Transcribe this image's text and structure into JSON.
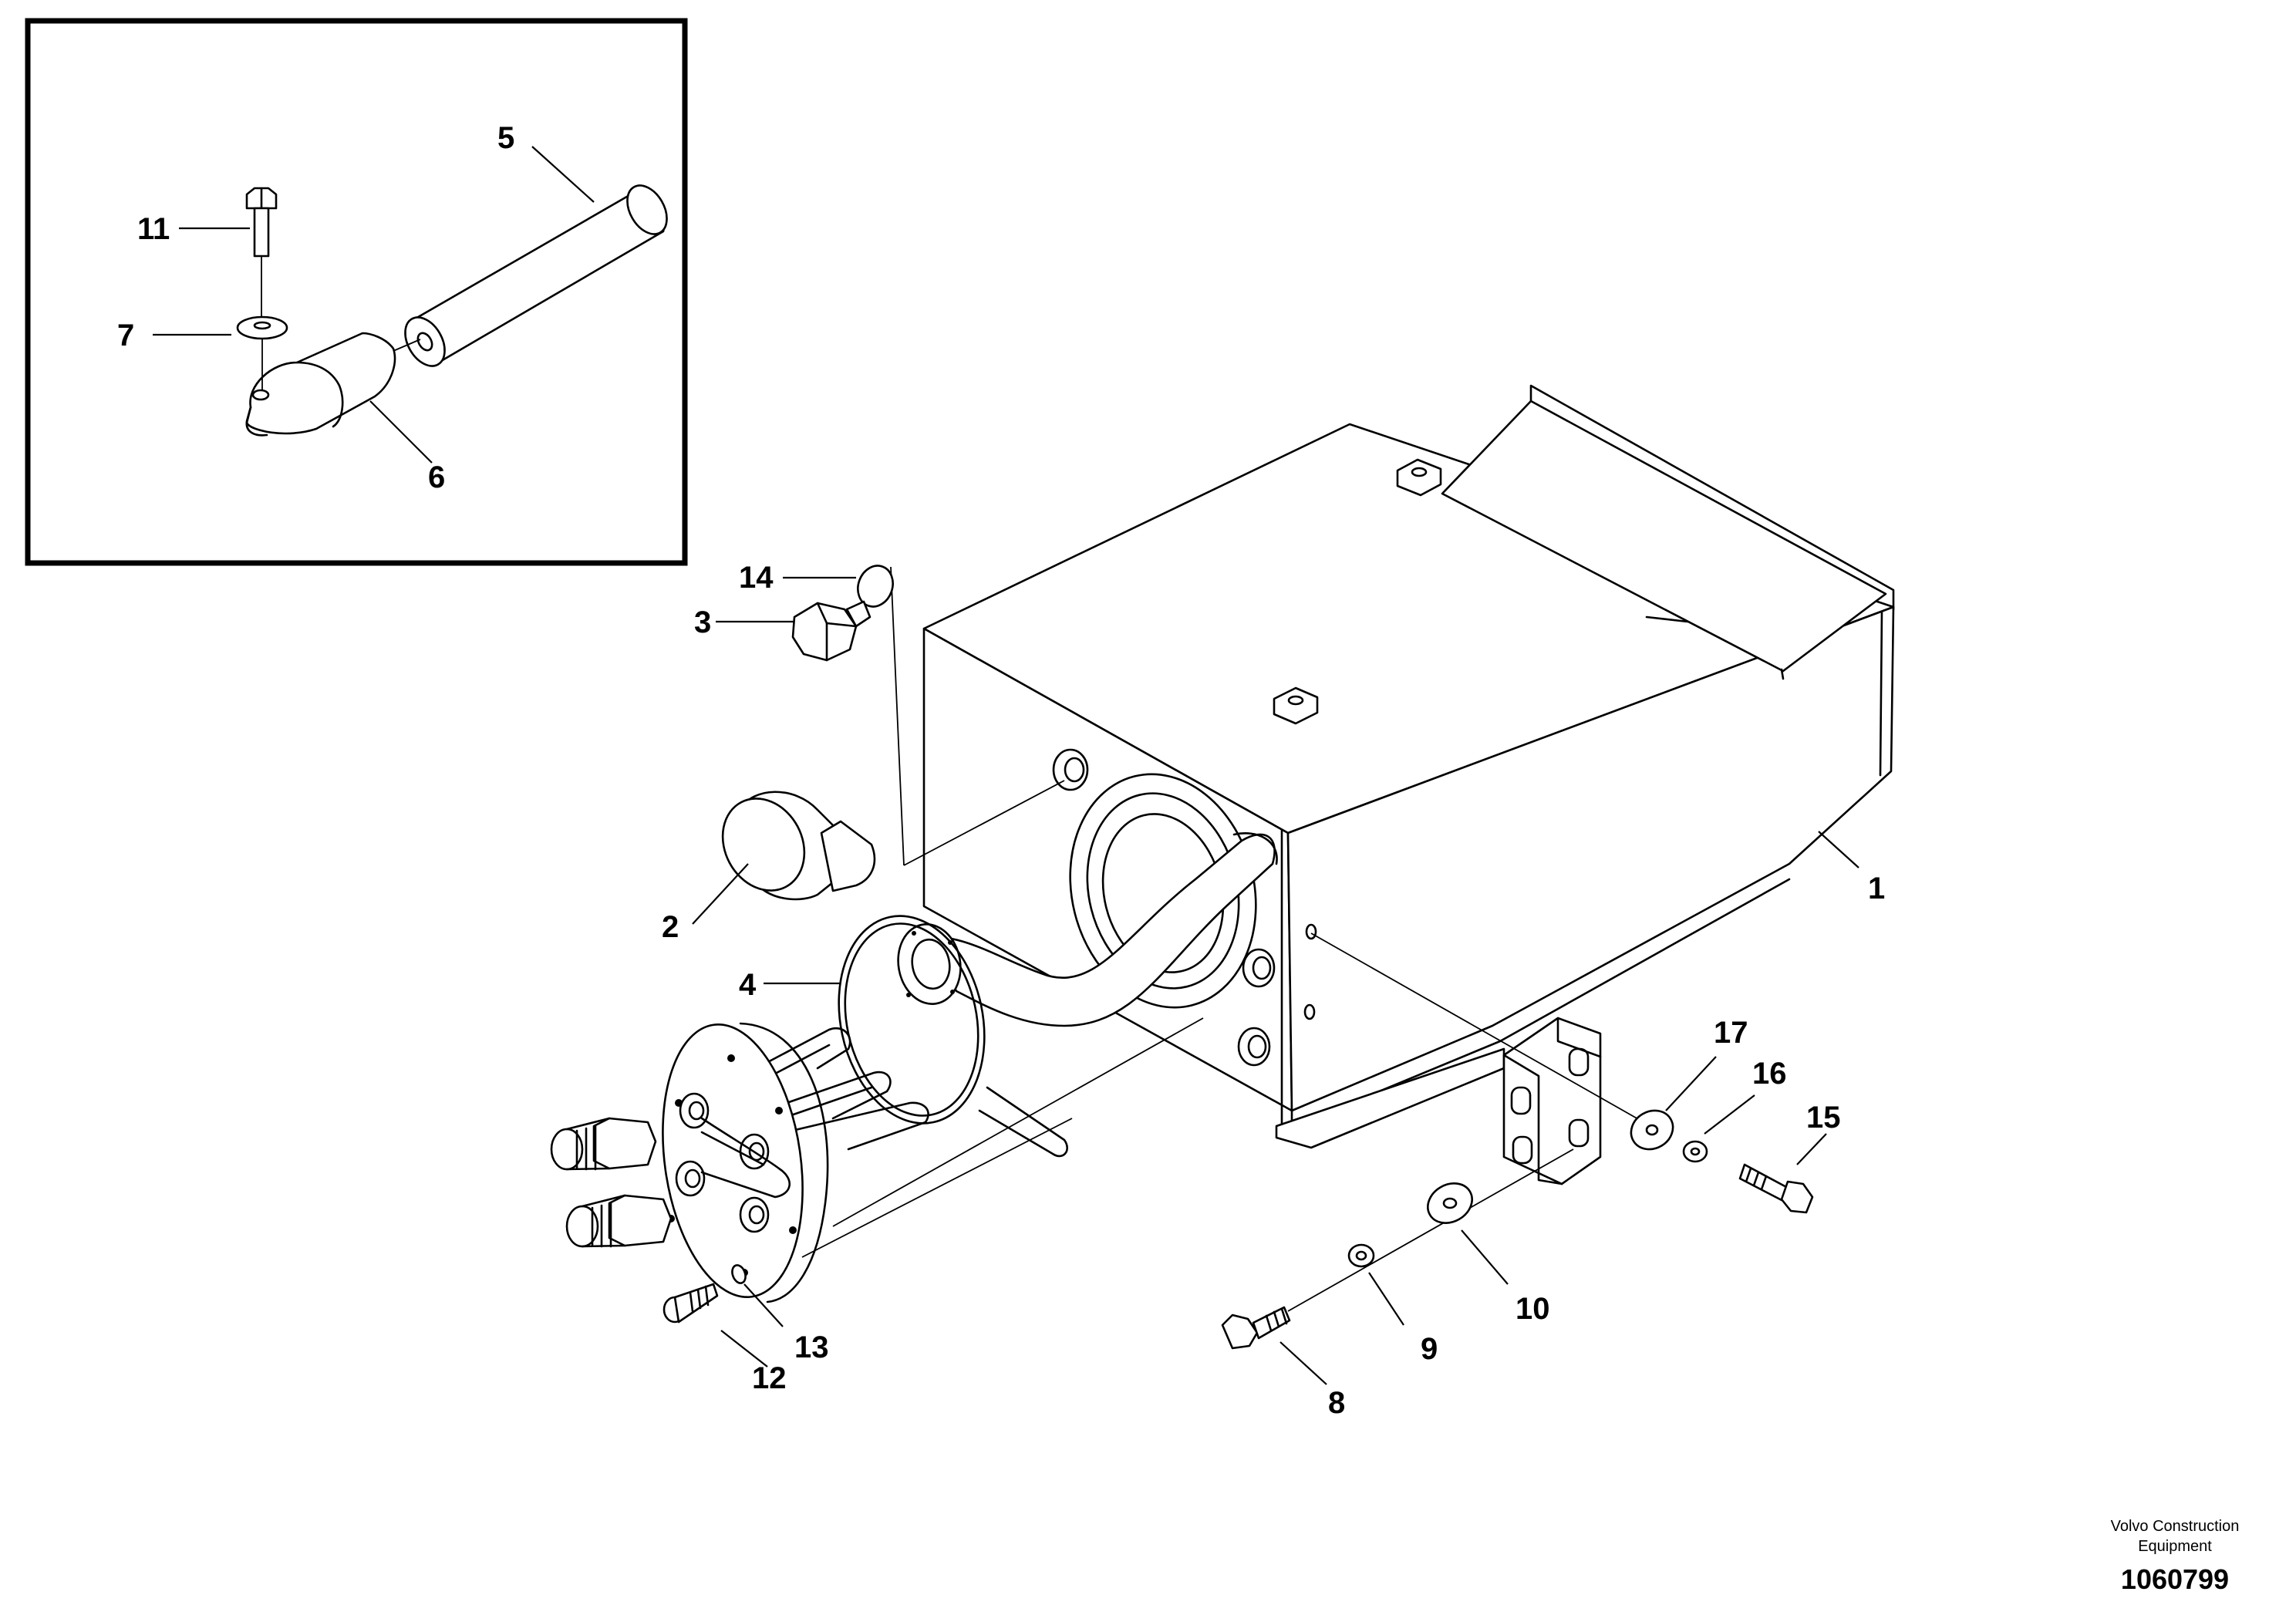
{
  "colors": {
    "line": "#000000",
    "background": "#ffffff"
  },
  "callouts": [
    {
      "id": "c1",
      "label": "1"
    },
    {
      "id": "c2",
      "label": "2"
    },
    {
      "id": "c3",
      "label": "3"
    },
    {
      "id": "c4",
      "label": "4"
    },
    {
      "id": "c5",
      "label": "5"
    },
    {
      "id": "c6",
      "label": "6"
    },
    {
      "id": "c7",
      "label": "7"
    },
    {
      "id": "c8",
      "label": "8"
    },
    {
      "id": "c9",
      "label": "9"
    },
    {
      "id": "c10",
      "label": "10"
    },
    {
      "id": "c11",
      "label": "11"
    },
    {
      "id": "c12",
      "label": "12"
    },
    {
      "id": "c13",
      "label": "13"
    },
    {
      "id": "c14",
      "label": "14"
    },
    {
      "id": "c15",
      "label": "15"
    },
    {
      "id": "c16",
      "label": "16"
    },
    {
      "id": "c17",
      "label": "17"
    }
  ],
  "footer": {
    "brand_line1": "Volvo Construction",
    "brand_line2": "Equipment",
    "drawing_number": "1060799"
  }
}
